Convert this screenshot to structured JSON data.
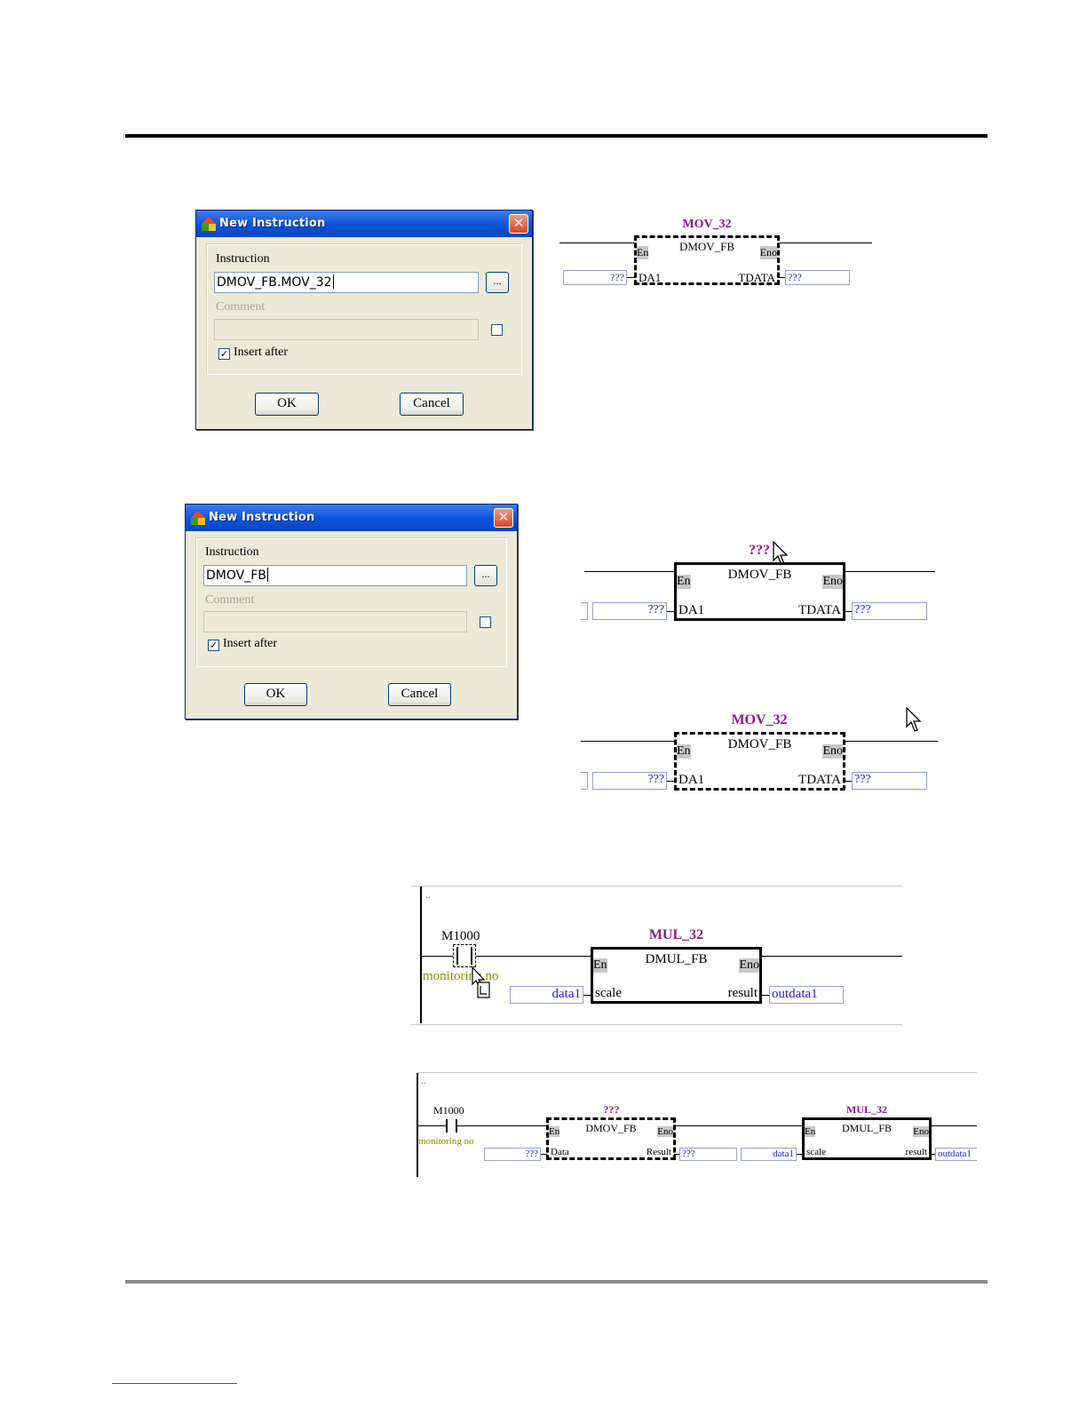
{
  "dialog1": {
    "title": "New Instruction",
    "instruction_label": "Instruction",
    "instruction_value": "DMOV_FB.MOV_32",
    "browse_label": "...",
    "comment_label": "Comment",
    "insert_after_label": "Insert after",
    "insert_after_checked": "✓",
    "ok_label": "OK",
    "cancel_label": "Cancel"
  },
  "dialog2": {
    "title": "New Instruction",
    "instruction_label": "Instruction",
    "instruction_value": "DMOV_FB",
    "browse_label": "...",
    "comment_label": "Comment",
    "insert_after_label": "Insert after",
    "insert_after_checked": "✓",
    "ok_label": "OK",
    "cancel_label": "Cancel"
  },
  "fb1": {
    "instance": "MOV_32",
    "type": "DMOV_FB",
    "en": "En",
    "eno": "Eno",
    "in_pin": "DA1",
    "out_pin": "TDATA",
    "in_value": "???",
    "out_value": "???"
  },
  "fb2": {
    "instance": "???",
    "type": "DMOV_FB",
    "en": "En",
    "eno": "Eno",
    "in_pin": "DA1",
    "out_pin": "TDATA",
    "in_value": "???",
    "out_value": "???"
  },
  "fb3": {
    "instance": "MOV_32",
    "type": "DMOV_FB",
    "en": "En",
    "eno": "Eno",
    "in_pin": "DA1",
    "out_pin": "TDATA",
    "in_value": "???",
    "out_value": "???"
  },
  "ladder1": {
    "contact": "M1000",
    "contact_comment": "monitoring no",
    "fb": {
      "instance": "MUL_32",
      "type": "DMUL_FB",
      "en": "En",
      "eno": "Eno",
      "in_pin": "scale",
      "out_pin": "result",
      "in_value": "data1",
      "out_value": "outdata1"
    }
  },
  "ladder2": {
    "contact": "M1000",
    "contact_comment": "monitoring no",
    "fb_a": {
      "instance": "???",
      "type": "DMOV_FB",
      "en": "En",
      "eno": "Eno",
      "in_pin": "Data",
      "out_pin": "Result",
      "in_value": "???",
      "out_value": "???"
    },
    "fb_b": {
      "instance": "MUL_32",
      "type": "DMUL_FB",
      "en": "En",
      "eno": "Eno",
      "in_pin": "scale",
      "out_pin": "result",
      "in_value": "data1",
      "out_value": "outdata1"
    }
  },
  "colors": {
    "instance_name": "#8b1a8b",
    "param_text": "#2020d0",
    "comment_text": "#8a8a00",
    "titlebar": "#0a54d8"
  }
}
